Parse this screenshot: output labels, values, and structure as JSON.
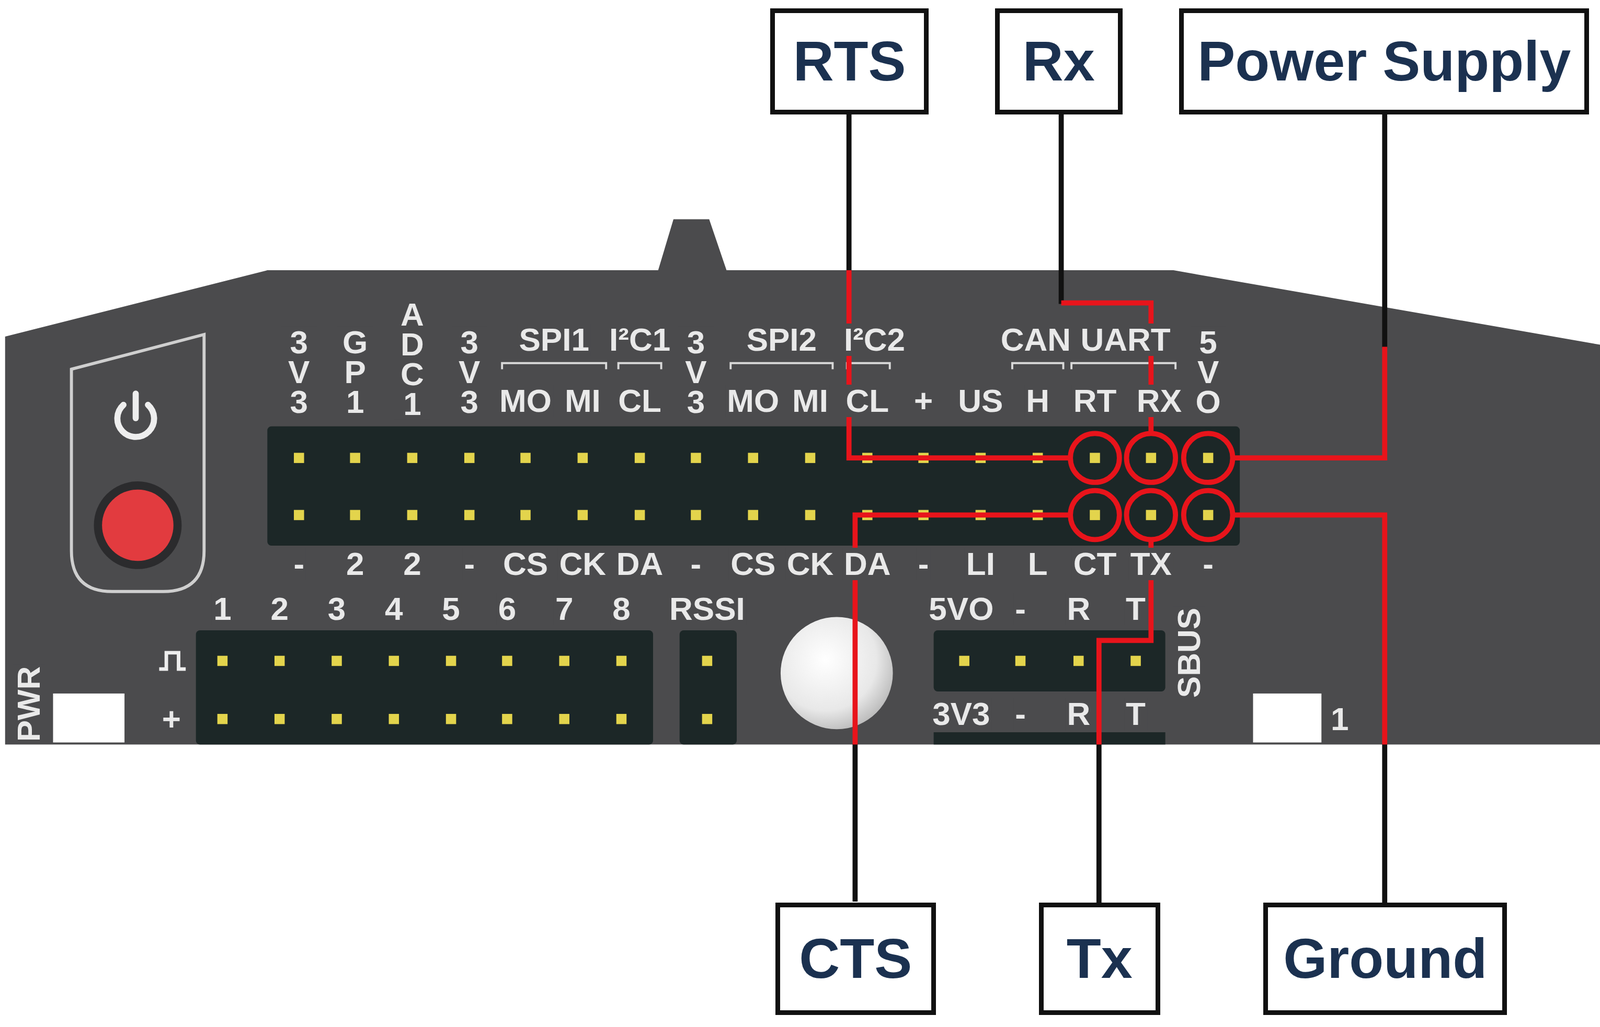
{
  "diagram": {
    "nodes": [
      {
        "text": [
          "RTS"
        ]
      },
      {
        "text": [
          "Rx"
        ]
      },
      {
        "text": [
          "Power Supply"
        ]
      },
      {
        "text": [
          "CTS"
        ]
      },
      {
        "text": [
          "Tx"
        ]
      },
      {
        "text": [
          "Ground"
        ]
      }
    ],
    "labels": [
      "3 V 3",
      "G P 1",
      "A D C 1",
      "3 V 3",
      "SPI1",
      "MO",
      "MI",
      "I²C1",
      "CL",
      "3 V 3",
      "SPI2",
      "MO",
      "MI",
      "I²C2",
      "CL",
      "+",
      "US",
      "CAN",
      "H",
      "UART",
      "RT",
      "RX",
      "5 V O",
      "-",
      "2",
      "2",
      "-",
      "CS",
      "CK",
      "DA",
      "-",
      "CS",
      "CK",
      "DA",
      "-",
      "LI",
      "L",
      "CT",
      "TX",
      "-",
      "1",
      "2",
      "3",
      "4",
      "5",
      "6",
      "7",
      "8",
      "RSSI",
      "+",
      "5VO",
      "-",
      "R",
      "T",
      "SBUS",
      "3V3",
      "-",
      "R",
      "T",
      "PWR",
      "1"
    ]
  }
}
